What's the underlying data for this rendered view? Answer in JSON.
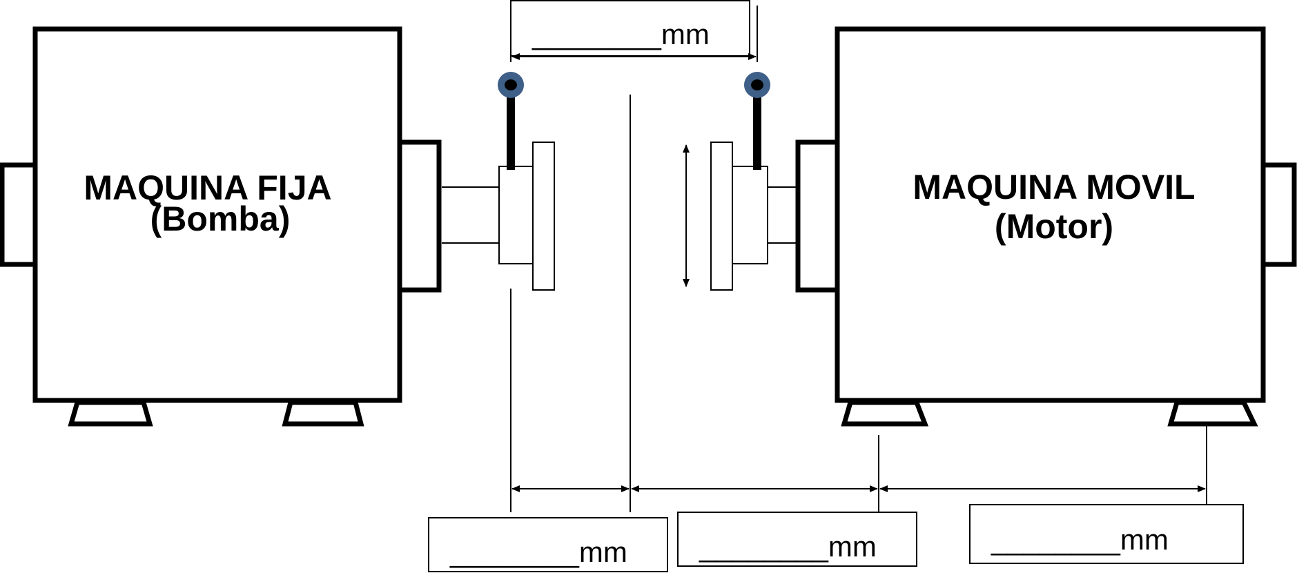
{
  "fixed_machine": {
    "title": "MAQUINA FIJA",
    "subtitle": "(Bomba)"
  },
  "moving_machine": {
    "title": "MAQUINA MOVIL",
    "subtitle": "(Motor)"
  },
  "dimensions": {
    "top": "________mm",
    "bottom_left": "________mm",
    "bottom_middle": "________mm",
    "bottom_right": "________mm"
  },
  "colors": {
    "line": "#000000",
    "indicator_fill": "#3e5f87",
    "indicator_center": "#000000",
    "background": "#ffffff"
  }
}
